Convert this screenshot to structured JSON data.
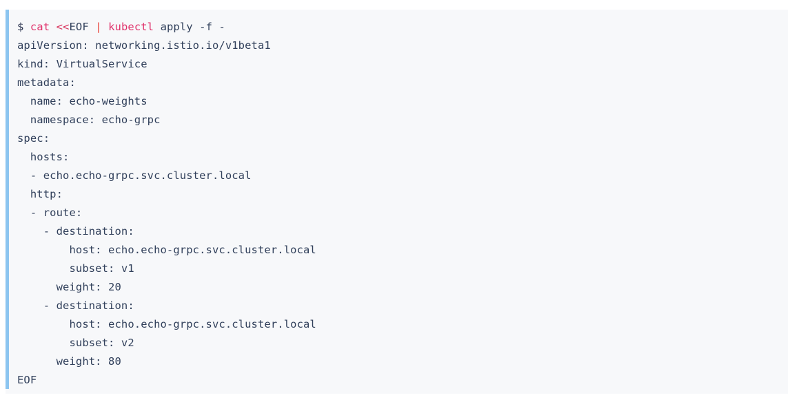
{
  "colors": {
    "page_background": "#ffffff",
    "code_background": "#f7f8fa",
    "accent_bar": "#8cc5f0",
    "text": "#31405b",
    "command_red": "#e0326b",
    "pipe_red": "#e8443a",
    "redirect_red": "#d9365f"
  },
  "code_block": {
    "language": "shell",
    "prompt_line": {
      "prompt": "$",
      "tokens": [
        {
          "text": "cat",
          "kind": "command"
        },
        {
          "text": "<<",
          "kind": "redirect"
        },
        {
          "text": "EOF",
          "kind": "plain"
        },
        {
          "text": "|",
          "kind": "pipe"
        },
        {
          "text": "kubectl",
          "kind": "command"
        },
        {
          "text": "apply -f -",
          "kind": "plain"
        }
      ],
      "full_text": "$ cat <<EOF | kubectl apply -f -"
    },
    "heredoc_terminator": "EOF",
    "yaml_lines": [
      "apiVersion: networking.istio.io/v1beta1",
      "kind: VirtualService",
      "metadata:",
      "  name: echo-weights",
      "  namespace: echo-grpc",
      "spec:",
      "  hosts:",
      "  - echo.echo-grpc.svc.cluster.local",
      "  http:",
      "  - route:",
      "    - destination:",
      "        host: echo.echo-grpc.svc.cluster.local",
      "        subset: v1",
      "      weight: 20",
      "    - destination:",
      "        host: echo.echo-grpc.svc.cluster.local",
      "        subset: v2",
      "      weight: 80"
    ],
    "manifest": {
      "apiVersion": "networking.istio.io/v1beta1",
      "kind": "VirtualService",
      "metadata_name": "echo-weights",
      "metadata_namespace": "echo-grpc",
      "spec_hosts": "echo.echo-grpc.svc.cluster.local",
      "routes": [
        {
          "host": "echo.echo-grpc.svc.cluster.local",
          "subset": "v1",
          "weight": "20"
        },
        {
          "host": "echo.echo-grpc.svc.cluster.local",
          "subset": "v2",
          "weight": "80"
        }
      ]
    }
  }
}
